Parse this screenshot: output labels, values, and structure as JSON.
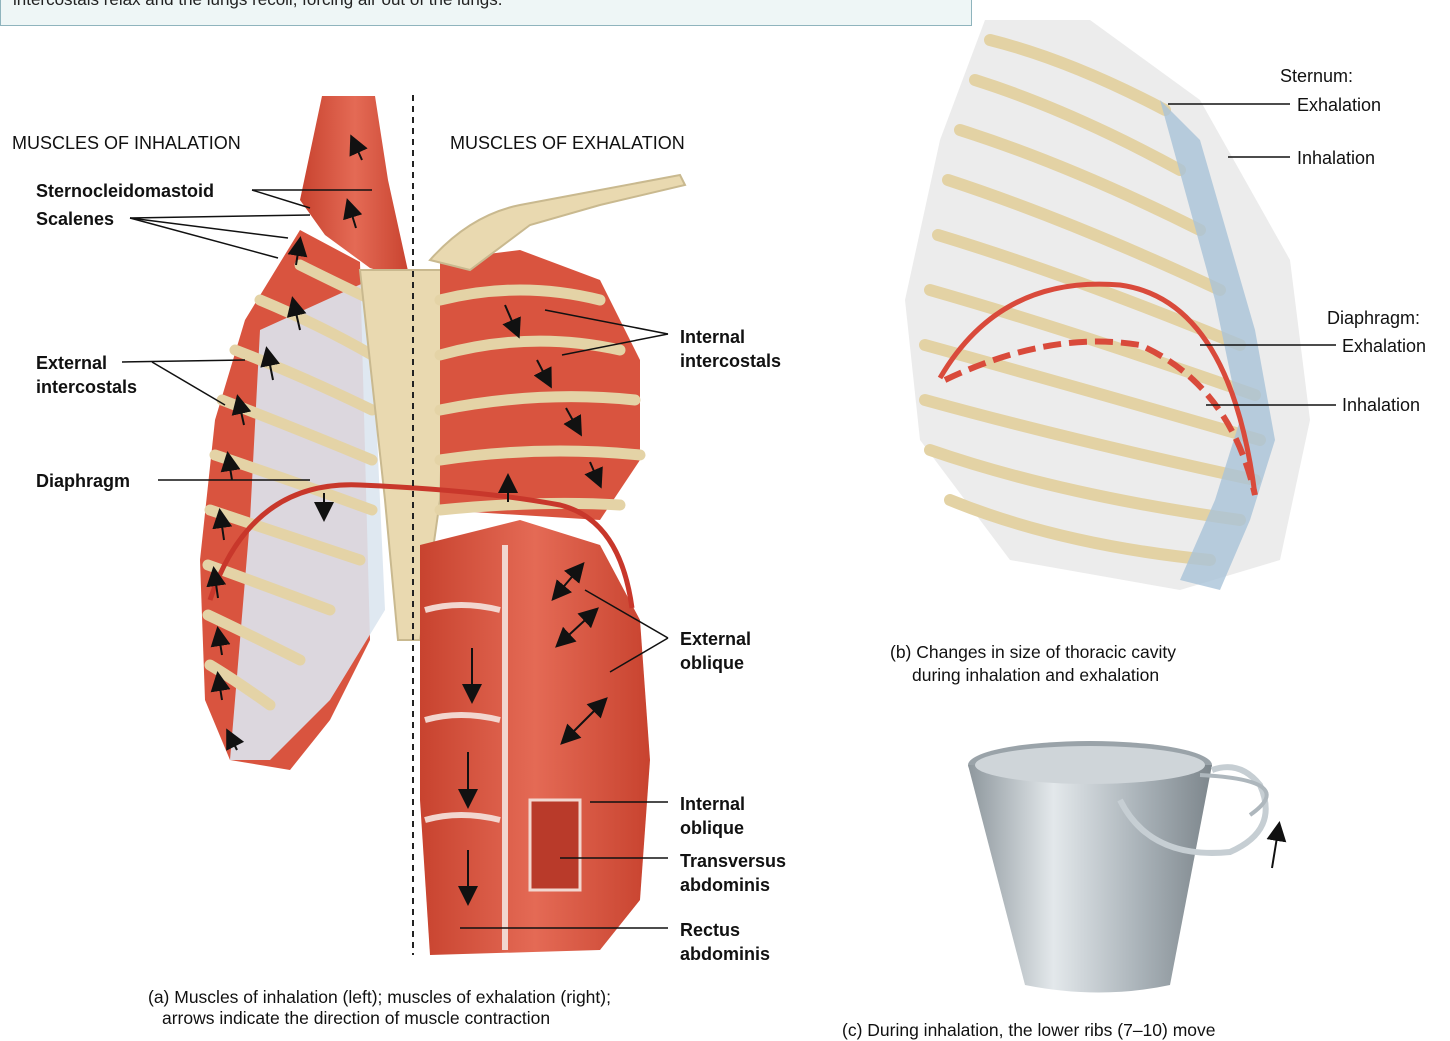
{
  "top_banner": {
    "text": "intercostals relax and the lungs recoil, forcing air out of the lungs."
  },
  "panel_a": {
    "heading_inhalation": "MUSCLES OF INHALATION",
    "heading_exhalation": "MUSCLES OF EXHALATION",
    "labels": {
      "sternocleidomastoid": "Sternocleidomastoid",
      "scalenes": "Scalenes",
      "external_intercostals_1": "External",
      "external_intercostals_2": "intercostals",
      "diaphragm": "Diaphragm",
      "internal_intercostals_1": "Internal",
      "internal_intercostals_2": "intercostals",
      "external_oblique_1": "External",
      "external_oblique_2": "oblique",
      "internal_oblique_1": "Internal",
      "internal_oblique_2": "oblique",
      "transversus_1": "Transversus",
      "transversus_2": "abdominis",
      "rectus_1": "Rectus",
      "rectus_2": "abdominis"
    },
    "caption_line1": "(a) Muscles of inhalation (left); muscles of exhalation (right);",
    "caption_line2": "arrows indicate the direction of muscle contraction"
  },
  "panel_b": {
    "sternum_label": "Sternum:",
    "sternum_exhalation": "Exhalation",
    "sternum_inhalation": "Inhalation",
    "diaphragm_label": "Diaphragm:",
    "diaphragm_exhalation": "Exhalation",
    "diaphragm_inhalation": "Inhalation",
    "caption_line1": "(b) Changes in size of thoracic cavity",
    "caption_line2": "during inhalation and exhalation"
  },
  "panel_c": {
    "caption_partial": "(c) During inhalation, the lower ribs (7–10) move"
  },
  "colors": {
    "muscle": "#d9543f",
    "muscle_dark": "#b93a2a",
    "bone": "#e9d9b0",
    "cartilage": "#c9d8e6",
    "diaphragm_line": "#c8372b",
    "bucket": "#b9c2c8"
  }
}
